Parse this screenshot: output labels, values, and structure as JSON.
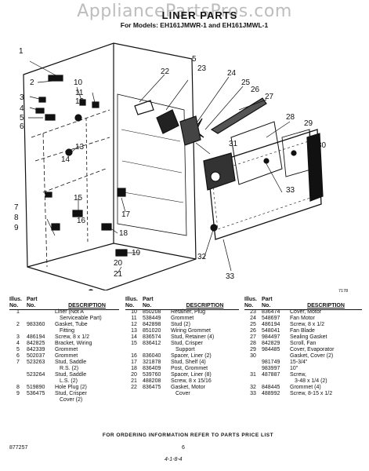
{
  "watermark": "AppliancePartsPros.com",
  "title": "LINER PARTS",
  "subtitle": "For Models: EH161JMWR-1 and EH161JMWL-1",
  "figure_code": "7178",
  "callouts": [
    "1",
    "2",
    "3",
    "4",
    "5",
    "6",
    "10",
    "11",
    "12",
    "13",
    "14",
    "15",
    "16",
    "17",
    "18",
    "19",
    "20",
    "21",
    "22",
    "23",
    "24",
    "25",
    "26",
    "27",
    "28",
    "29",
    "31",
    "32",
    "33",
    "5",
    "9",
    "8",
    "7",
    "33"
  ],
  "table_headers": {
    "illus": "Illus.",
    "no": "No.",
    "part": "Part",
    "description": "DESCRIPTION"
  },
  "columns": [
    [
      {
        "n": "1",
        "p": "",
        "d": [
          "Liner (Not A",
          "Serviceable Part)"
        ]
      },
      {
        "n": "2",
        "p": "983360",
        "d": [
          "Gasket, Tube",
          "Fitting"
        ]
      },
      {
        "n": "3",
        "p": "486194",
        "d": [
          "Screw, 8 x 1/2"
        ]
      },
      {
        "n": "4",
        "p": "842825",
        "d": [
          "Bracket, Wiring"
        ]
      },
      {
        "n": "5",
        "p": "842339",
        "d": [
          "Grommet"
        ]
      },
      {
        "n": "6",
        "p": "502037",
        "d": [
          "Grommet"
        ]
      },
      {
        "n": "7",
        "p": "523263",
        "d": [
          "Stud, Saddle",
          "R.S. (2)"
        ]
      },
      {
        "n": "",
        "p": "523264",
        "d": [
          "Stud, Saddle",
          "L.S. (2)"
        ]
      },
      {
        "n": "8",
        "p": "519890",
        "d": [
          "Hole Plug (2)"
        ]
      },
      {
        "n": "9",
        "p": "536475",
        "d": [
          "Stud, Crisper",
          "Cover (2)"
        ]
      }
    ],
    [
      {
        "n": "10",
        "p": "850208",
        "d": [
          "Retainer, Plug"
        ]
      },
      {
        "n": "11",
        "p": "538449",
        "d": [
          "Grommet"
        ]
      },
      {
        "n": "12",
        "p": "842898",
        "d": [
          "Stud (2)"
        ]
      },
      {
        "n": "13",
        "p": "851020",
        "d": [
          "Wiring Grommet"
        ]
      },
      {
        "n": "14",
        "p": "836574",
        "d": [
          "Stud, Retainer (4)"
        ]
      },
      {
        "n": "15",
        "p": "836412",
        "d": [
          "Stud, Crisper",
          "Support"
        ]
      },
      {
        "n": "16",
        "p": "836040",
        "d": [
          "Spacer, Liner (2)"
        ]
      },
      {
        "n": "17",
        "p": "321878",
        "d": [
          "Stud, Shelf (4)"
        ]
      },
      {
        "n": "18",
        "p": "836409",
        "d": [
          "Post, Grommet"
        ]
      },
      {
        "n": "20",
        "p": "539760",
        "d": [
          "Spacer, Liner (8)"
        ]
      },
      {
        "n": "21",
        "p": "488208",
        "d": [
          "Screw, 8 x 15/16"
        ]
      },
      {
        "n": "22",
        "p": "836475",
        "d": [
          "Gasket, Motor",
          "Cover"
        ]
      }
    ],
    [
      {
        "n": "23",
        "p": "836474",
        "d": [
          "Cover, Motor"
        ]
      },
      {
        "n": "24",
        "p": "548697",
        "d": [
          "Fan Motor"
        ]
      },
      {
        "n": "25",
        "p": "486194",
        "d": [
          "Screw, 8 x 1/2"
        ]
      },
      {
        "n": "26",
        "p": "548041",
        "d": [
          "Fan Blade"
        ]
      },
      {
        "n": "27",
        "p": "984497",
        "d": [
          "Sealing Gasket"
        ]
      },
      {
        "n": "28",
        "p": "842829",
        "d": [
          "Scroll, Fan"
        ]
      },
      {
        "n": "29",
        "p": "984485",
        "d": [
          "Cover, Evaporator"
        ]
      },
      {
        "n": "30",
        "p": "",
        "d": [
          "Gasket, Cover (2)"
        ]
      },
      {
        "n": "",
        "p": "981749",
        "d": [
          "15-3/4\""
        ]
      },
      {
        "n": "",
        "p": "983997",
        "d": [
          "10\""
        ]
      },
      {
        "n": "31",
        "p": "487887",
        "d": [
          "Screw,",
          "3-48 x 1/4 (2)"
        ]
      },
      {
        "n": "32",
        "p": "848445",
        "d": [
          "Grommet (4)"
        ]
      },
      {
        "n": "33",
        "p": "488992",
        "d": [
          "Screw, 8-15 x 1/2"
        ]
      }
    ]
  ],
  "footer": "FOR ORDERING INFORMATION REFER TO PARTS PRICE LIST",
  "doc_number": "877257",
  "page_number": "6",
  "date": "4-1-8-4"
}
